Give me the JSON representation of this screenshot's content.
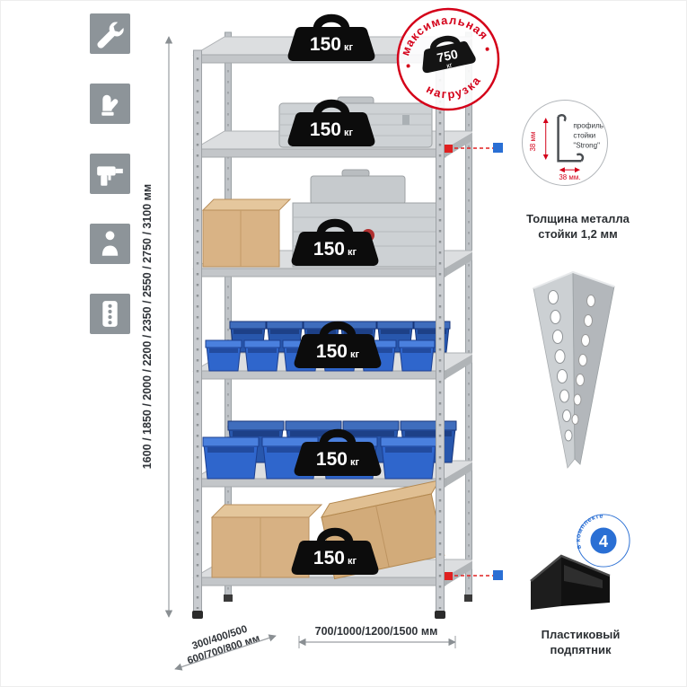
{
  "dimensions": {
    "height": "1600 / 1850 / 2000 / 2200 / 2350 / 2550 / 2750 / 3100 мм",
    "depth_line1": "300/400/500",
    "depth_line2": "600/700/800 мм",
    "width": "700/1000/1200/1500 мм"
  },
  "max_load_stamp": {
    "arc_top": "максимальная",
    "arc_bottom": "нагрузка",
    "value": "750",
    "unit": "кг"
  },
  "shelves": [
    {
      "load_value": "150",
      "load_unit": "кг"
    },
    {
      "load_value": "150",
      "load_unit": "кг"
    },
    {
      "load_value": "150",
      "load_unit": "кг"
    },
    {
      "load_value": "150",
      "load_unit": "кг"
    },
    {
      "load_value": "150",
      "load_unit": "кг"
    },
    {
      "load_value": "150",
      "load_unit": "кг"
    }
  ],
  "profile_detail": {
    "label_line1": "профиль",
    "label_line2": "стойки",
    "label_line3": "\"Strong\"",
    "dim_vertical": "38 мм",
    "dim_horizontal": "38 мм.",
    "caption_line1": "Толщина металла",
    "caption_line2": "стойки 1,2 мм"
  },
  "foot_detail": {
    "badge_value": "4",
    "badge_arc": "в комплекте",
    "caption_line1": "Пластиковый",
    "caption_line2": "подпятник"
  },
  "feature_icons": [
    {
      "name": "wrench"
    },
    {
      "name": "gloves"
    },
    {
      "name": "drill"
    },
    {
      "name": "person"
    },
    {
      "name": "perforated-profile"
    }
  ],
  "colors": {
    "accent_red": "#d40019",
    "accent_blue": "#2a6fd4",
    "metal_light": "#d9dbdd",
    "bin_blue": "#2f66cc"
  }
}
